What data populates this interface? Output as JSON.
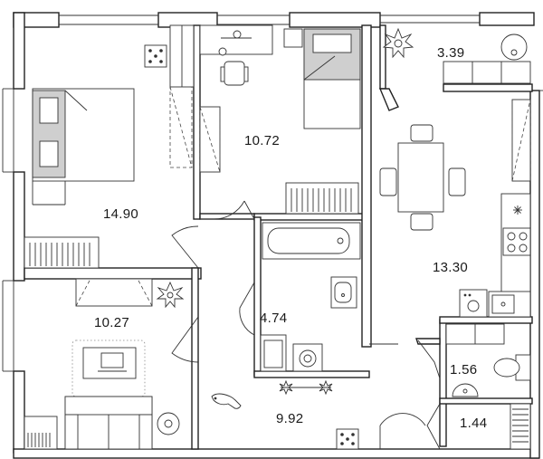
{
  "floor_plan": {
    "rooms": [
      {
        "id": "bedroom-large",
        "area": "14.90"
      },
      {
        "id": "bedroom-small",
        "area": "10.72"
      },
      {
        "id": "balcony",
        "area": "3.39"
      },
      {
        "id": "kitchen-living",
        "area": "13.30"
      },
      {
        "id": "bathroom",
        "area": "4.74"
      },
      {
        "id": "hallway",
        "area": "9.92"
      },
      {
        "id": "room-bottom-left",
        "area": "10.27"
      },
      {
        "id": "toilet",
        "area": "1.56"
      },
      {
        "id": "storage",
        "area": "1.44"
      }
    ]
  }
}
